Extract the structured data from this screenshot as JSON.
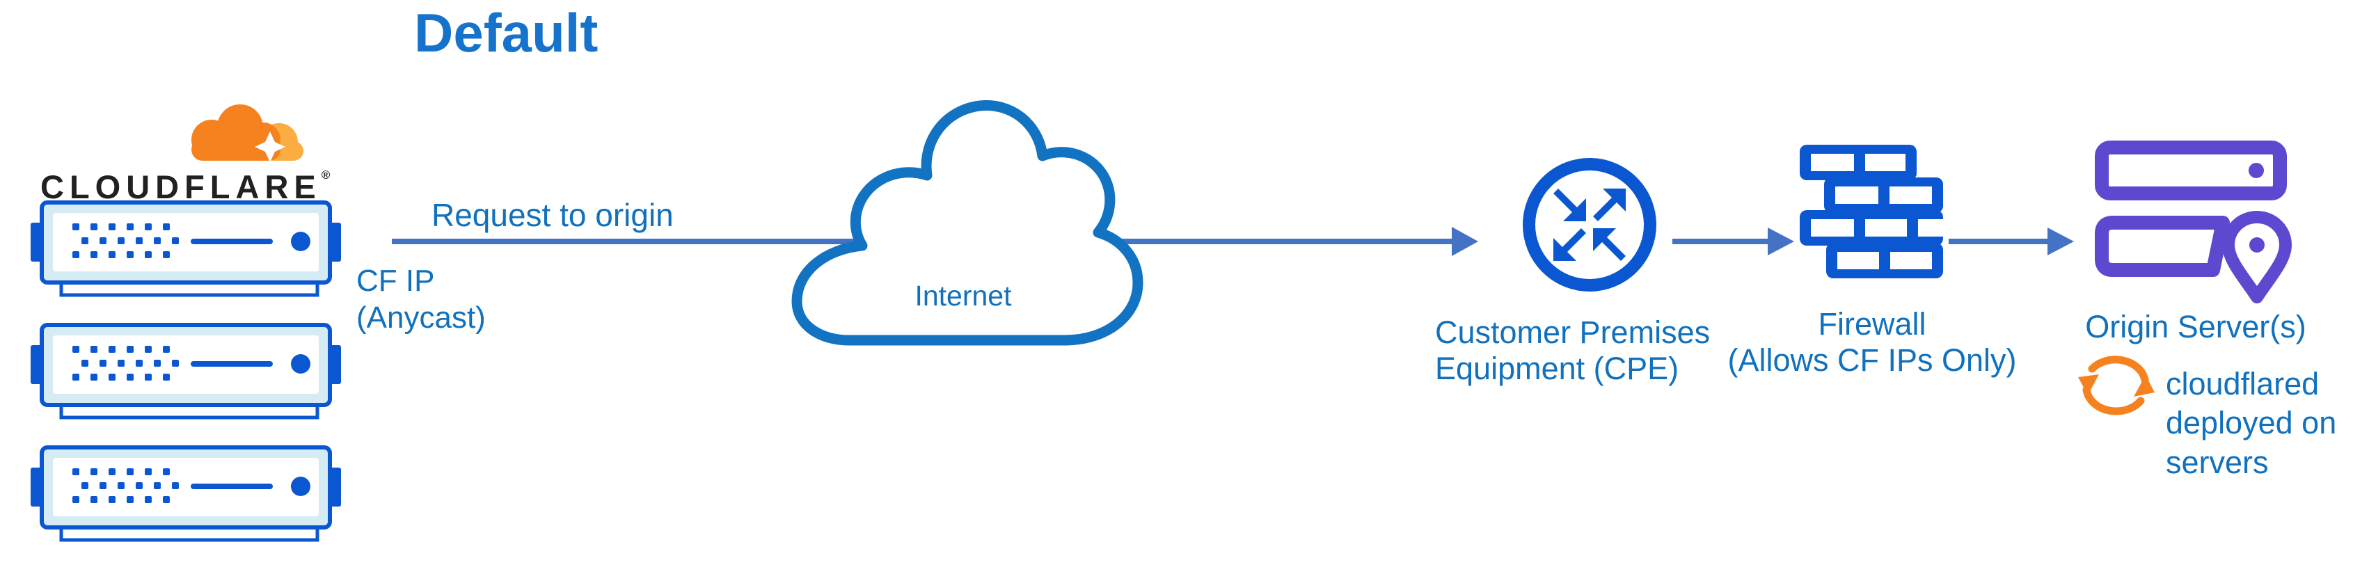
{
  "title": "Default",
  "cloudflare": {
    "wordmark": "CLOUDFLARE",
    "registered_mark": "®"
  },
  "edge_labels": {
    "request": "Request to origin",
    "cf_ip": [
      "CF IP",
      "(Anycast)"
    ]
  },
  "internet": {
    "label": "Internet"
  },
  "nodes": {
    "cpe": {
      "label": [
        "Customer Premises",
        "Equipment (CPE)"
      ]
    },
    "firewall": {
      "label": [
        "Firewall",
        "(Allows CF IPs Only)"
      ]
    },
    "origin": {
      "label": "Origin Server(s)",
      "note": [
        "cloudflared",
        "deployed on",
        "servers"
      ]
    }
  },
  "icon_names": {
    "logo": "cloudflare-logo-cloud",
    "edge_server": "edge-server-icon",
    "internet": "internet-cloud-icon",
    "cpe": "router-arrows-icon",
    "firewall": "brick-wall-icon",
    "origin": "server-stack-location-icon",
    "cloudflared": "sync-arrows-icon"
  },
  "colors": {
    "title_text": "#1573cb",
    "label_text": "#1171bd",
    "connector": "#4472c4",
    "icon_blue": "#0b57d2",
    "icon_blue_fill": "#d6ecf4",
    "cloud_outline": "#1173c2",
    "origin_purple": "#5c49d0",
    "cf_orange": "#f6821f",
    "cf_orange_light": "#fbad41",
    "wordmark_black": "#212121"
  }
}
